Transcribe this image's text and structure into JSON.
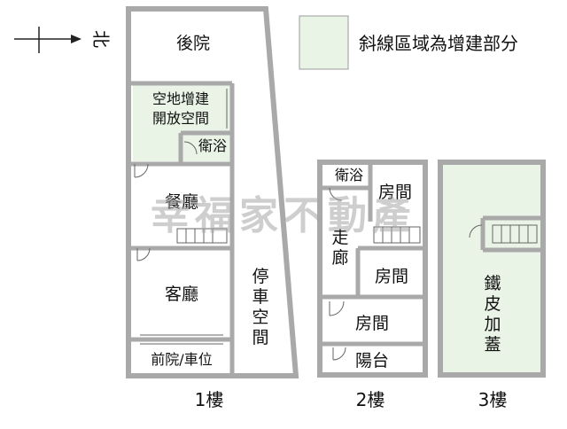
{
  "compass": {
    "label": "北"
  },
  "legend": {
    "text": "斜線區域為增建部分",
    "swatch_color": "#e9f4e6"
  },
  "watermark": {
    "text": "幸福家不動產"
  },
  "colors": {
    "wall": "#a9a9a9",
    "addition_fill": "#e9f4e6",
    "line": "#666666"
  },
  "floors": [
    {
      "caption": "1樓",
      "rooms": {
        "backyard": "後院",
        "open_space_line1": "空地增建",
        "open_space_line2": "開放空間",
        "bathroom": "衛浴",
        "dining": "餐廳",
        "living": "客廳",
        "parking_line1": "停",
        "parking_line2": "車",
        "parking_line3": "空",
        "parking_line4": "間",
        "front_yard": "前院/車位"
      }
    },
    {
      "caption": "2樓",
      "rooms": {
        "bathroom": "衛浴",
        "room_a": "房間",
        "corridor_line1": "走",
        "corridor_line2": "廊",
        "room_b": "房間",
        "room_c": "房間",
        "balcony": "陽台"
      }
    },
    {
      "caption": "3樓",
      "rooms": {
        "roof_line1": "鐵",
        "roof_line2": "皮",
        "roof_line3": "加",
        "roof_line4": "蓋"
      }
    }
  ]
}
